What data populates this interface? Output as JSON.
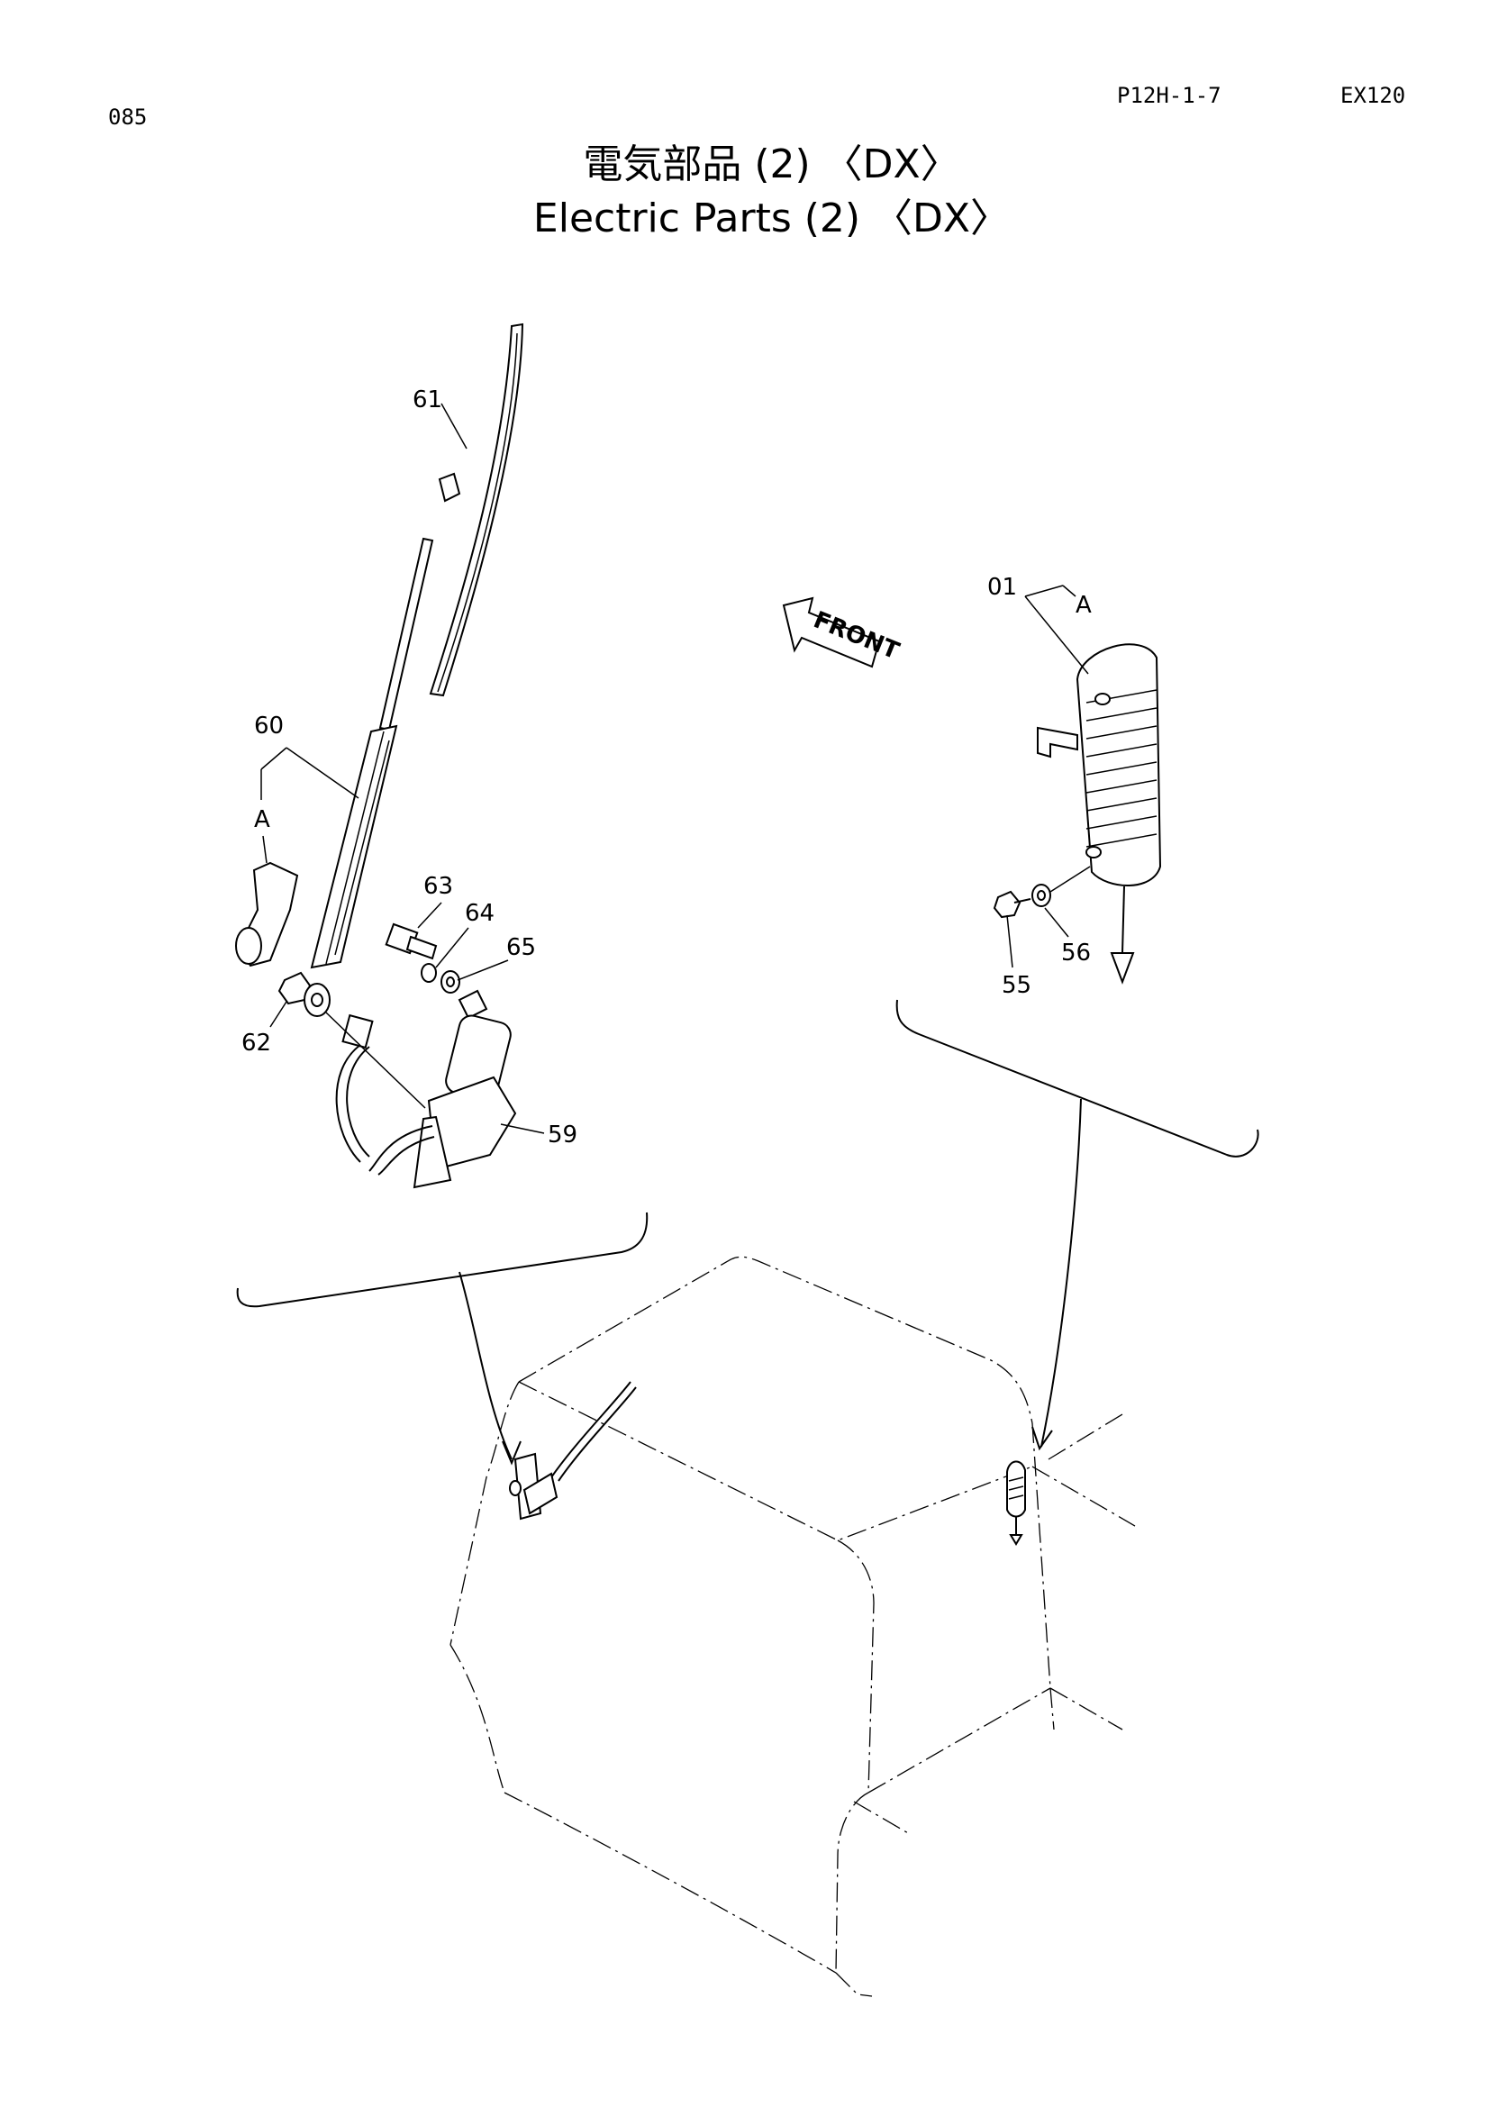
{
  "header": {
    "page_number": "085",
    "doc_code": "P12H-1-7",
    "model": "EX120"
  },
  "title": {
    "japanese": "電気部品 (2) 〈DX〉",
    "english": "Electric Parts (2) 〈DX〉"
  },
  "callouts": {
    "c61": "61",
    "c60": "60",
    "c60_ref": "A",
    "c63": "63",
    "c64": "64",
    "c65": "65",
    "c62": "62",
    "c59": "59",
    "c01": "01",
    "c01_ref": "A",
    "c55": "55",
    "c56": "56"
  },
  "front_arrow": {
    "label": "FRONT"
  }
}
